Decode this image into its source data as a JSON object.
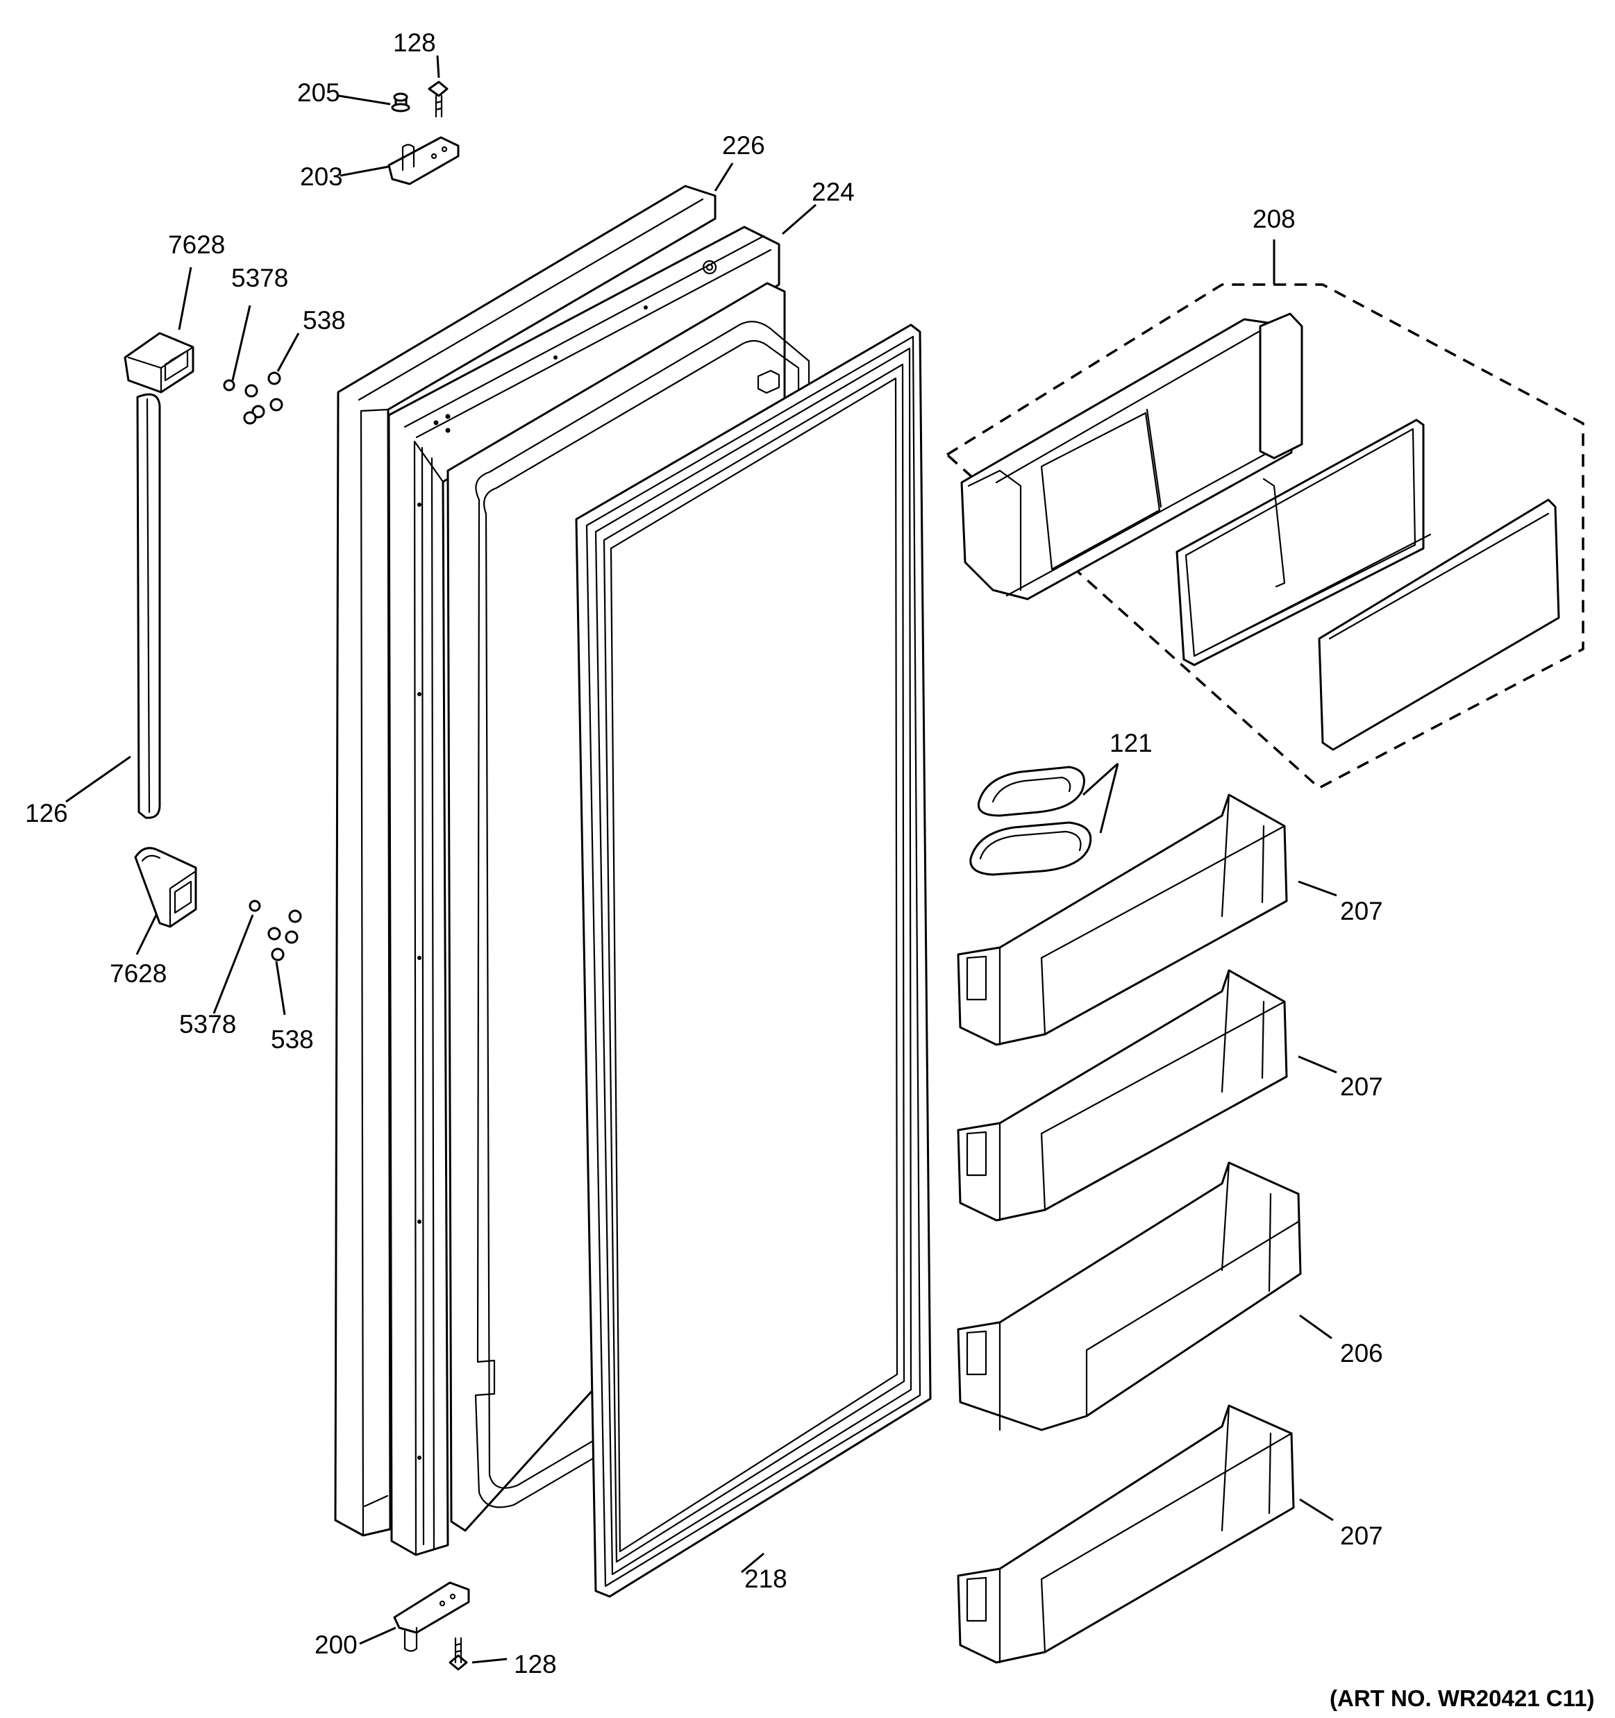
{
  "labels": {
    "l128_top": "128",
    "l205": "205",
    "l203": "203",
    "l226": "226",
    "l224": "224",
    "l208": "208",
    "l7628_top": "7628",
    "l5378_top": "5378",
    "l538_top": "538",
    "l126": "126",
    "l121": "121",
    "l7628_bottom": "7628",
    "l5378_bottom": "5378",
    "l538_bottom": "538",
    "l207_a": "207",
    "l207_b": "207",
    "l206": "206",
    "l207_c": "207",
    "l218": "218",
    "l200": "200",
    "l128_bottom": "128"
  },
  "art_number": "(ART NO. WR20421 C11)"
}
